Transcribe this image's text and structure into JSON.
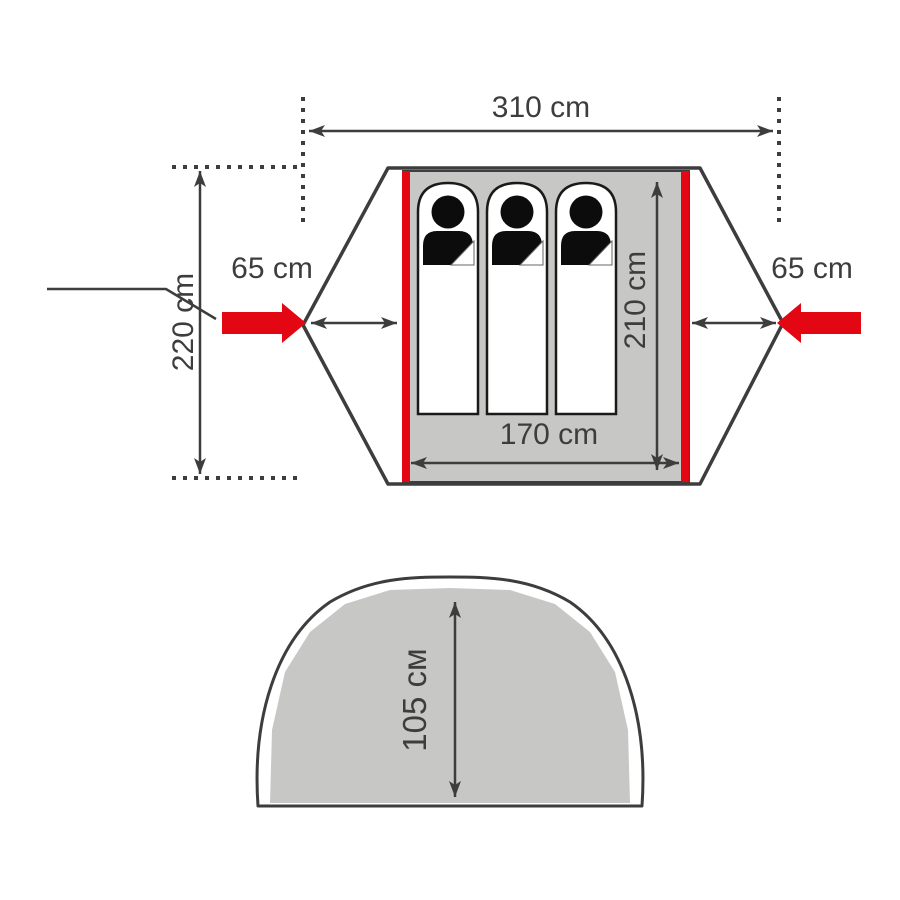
{
  "diagram": {
    "subject": "tent dimensions schematic",
    "colors": {
      "accent_red": "#e30613",
      "fill_gray": "#c7c7c5",
      "line_dark": "#3d3d3d",
      "silhouette_black": "#0c0c0c"
    },
    "top_view": {
      "total_width_label": "310 cm",
      "outer_depth_label": "220 cm",
      "left_vestibule_label": "65 cm",
      "right_vestibule_label": "65 cm",
      "inner_depth_label": "210 cm",
      "inner_width_label": "170 cm",
      "sleeping_places": 3
    },
    "side_view": {
      "height_label": "105 см"
    }
  }
}
